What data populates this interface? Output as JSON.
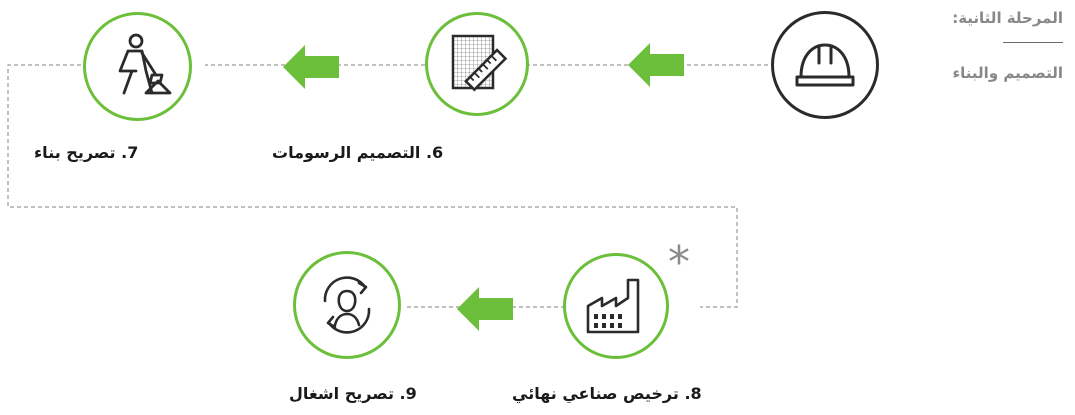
{
  "phase": {
    "title": "المرحلة الثانية:",
    "subtitle": "التصميم والبناء"
  },
  "colors": {
    "accent": "#6cbf3a",
    "dark": "#2b2b2b",
    "dashed": "#9a9a9a",
    "muted": "#888888"
  },
  "steps": [
    {
      "label": "6. التصميم الرسومات",
      "icon": "blueprint-ruler-icon"
    },
    {
      "label": "7. تصريح بناء",
      "icon": "construction-worker-icon"
    },
    {
      "label": "8. ترخيص صناعي نهائي",
      "icon": "factory-icon"
    },
    {
      "label": "9. تصريح اشغال",
      "icon": "person-cycle-icon"
    }
  ],
  "phase_icon": "hard-hat-icon",
  "note_marker": "*"
}
